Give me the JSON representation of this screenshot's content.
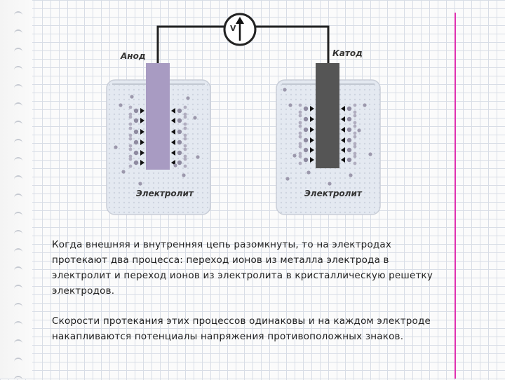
{
  "diagram": {
    "voltmeter_label": "V",
    "anode_label": "Анод",
    "cathode_label": "Катод",
    "electrolyte_left": "Электролит",
    "electrolyte_right": "Электролит",
    "colors": {
      "anode": "#a89bc2",
      "cathode": "#555555",
      "electrolyte": "#e4e9f1",
      "wire": "#222222"
    }
  },
  "text": {
    "paragraph1": "Когда внешняя и внутренняя цепь разомкнуты, то на электродах протекают два процесса: переход ионов из металла электрода в электролит и переход ионов из электролита в кристаллическую решетку электродов.",
    "paragraph2": "Скорости протекания этих процессов одинаковы и на каждом электроде накапливаются потенциалы напряжения противоположных знаков."
  }
}
